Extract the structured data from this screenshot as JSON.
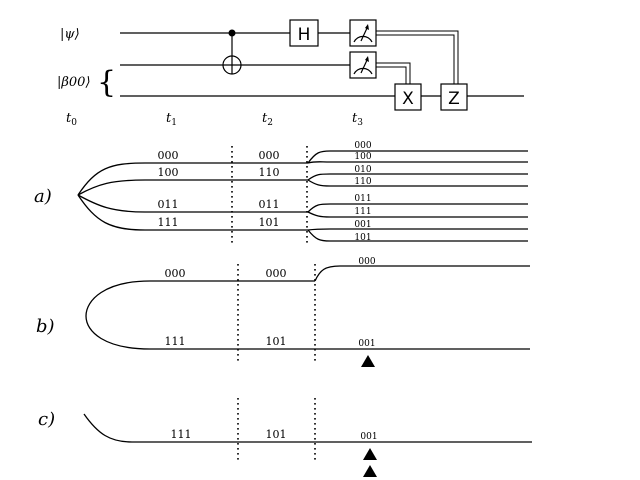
{
  "circuit": {
    "qubit_labels": [
      "|ψ⟩",
      "|β00⟩"
    ],
    "gates": {
      "hadamard": "H",
      "x": "X",
      "z": "Z"
    },
    "time_labels": [
      {
        "base": "t",
        "sub": "0"
      },
      {
        "base": "t",
        "sub": "1"
      },
      {
        "base": "t",
        "sub": "2"
      },
      {
        "base": "t",
        "sub": "3"
      }
    ]
  },
  "panels": {
    "a": {
      "label": "a)",
      "t1": [
        "000",
        "100",
        "011",
        "111"
      ],
      "t2": [
        "000",
        "110",
        "011",
        "101"
      ],
      "t3": [
        "000",
        "100",
        "010",
        "110",
        "011",
        "111",
        "001",
        "101"
      ]
    },
    "b": {
      "label": "b)",
      "t1": [
        "000",
        "111"
      ],
      "t2": [
        "000",
        "101"
      ],
      "t3": [
        "000",
        "001"
      ],
      "markers": 1
    },
    "c": {
      "label": "c)",
      "t1": [
        "111"
      ],
      "t2": [
        "101"
      ],
      "t3": [
        "001"
      ],
      "markers": 2
    }
  }
}
